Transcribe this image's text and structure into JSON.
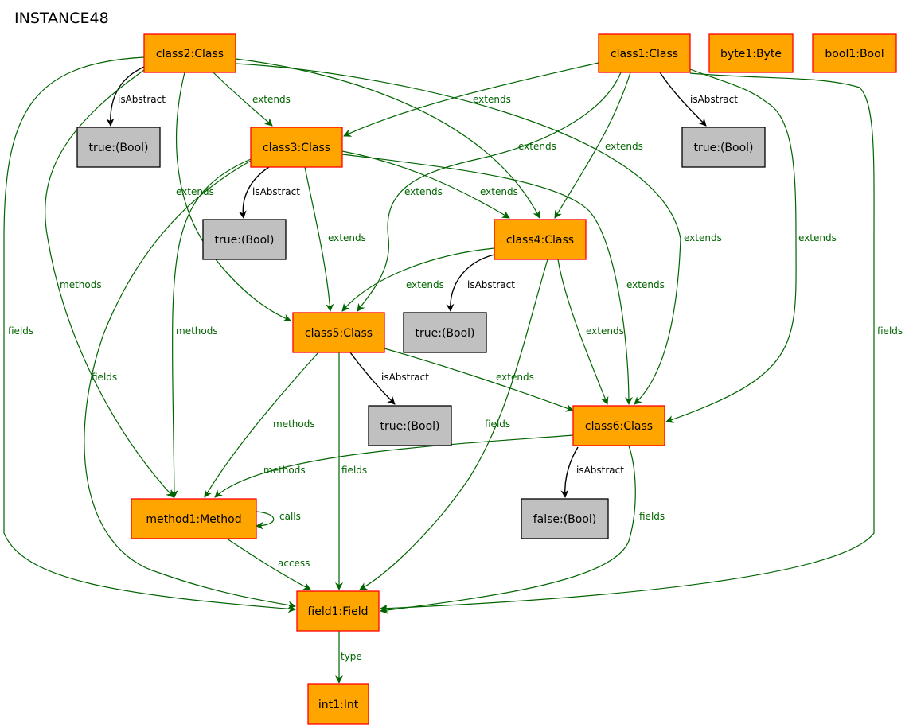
{
  "title": "INSTANCE48",
  "colors": {
    "object_fill": "#ffa500",
    "object_border": "#ff0000",
    "value_fill": "#c0c0c0",
    "value_border": "#000000",
    "ref_edge": "#006400",
    "attr_edge": "#000000"
  },
  "nodes": [
    {
      "id": "class2",
      "label": "class2:Class",
      "kind": "object"
    },
    {
      "id": "class1",
      "label": "class1:Class",
      "kind": "object"
    },
    {
      "id": "byte1",
      "label": "byte1:Byte",
      "kind": "object"
    },
    {
      "id": "bool1",
      "label": "bool1:Bool",
      "kind": "object"
    },
    {
      "id": "true_c2",
      "label": "true:(Bool)",
      "kind": "value"
    },
    {
      "id": "class3",
      "label": "class3:Class",
      "kind": "object"
    },
    {
      "id": "true_c1",
      "label": "true:(Bool)",
      "kind": "value"
    },
    {
      "id": "true_c3",
      "label": "true:(Bool)",
      "kind": "value"
    },
    {
      "id": "class4",
      "label": "class4:Class",
      "kind": "object"
    },
    {
      "id": "class5",
      "label": "class5:Class",
      "kind": "object"
    },
    {
      "id": "true_c4",
      "label": "true:(Bool)",
      "kind": "value"
    },
    {
      "id": "true_c5",
      "label": "true:(Bool)",
      "kind": "value"
    },
    {
      "id": "class6",
      "label": "class6:Class",
      "kind": "object"
    },
    {
      "id": "method1",
      "label": "method1:Method",
      "kind": "object"
    },
    {
      "id": "false_c6",
      "label": "false:(Bool)",
      "kind": "value"
    },
    {
      "id": "field1",
      "label": "field1:Field",
      "kind": "object"
    },
    {
      "id": "int1",
      "label": "int1:Int",
      "kind": "object"
    }
  ],
  "edges": [
    {
      "from": "class2",
      "to": "true_c2",
      "label": "isAbstract"
    },
    {
      "from": "class2",
      "to": "class3",
      "label": "extends"
    },
    {
      "from": "class2",
      "to": "class5",
      "label": "extends"
    },
    {
      "from": "class2",
      "to": "class4",
      "label": "extends"
    },
    {
      "from": "class2",
      "to": "class6",
      "label": "extends"
    },
    {
      "from": "class2",
      "to": "method1",
      "label": "methods"
    },
    {
      "from": "class2",
      "to": "field1",
      "label": "fields"
    },
    {
      "from": "class1",
      "to": "class3",
      "label": "extends"
    },
    {
      "from": "class1",
      "to": "true_c1",
      "label": "isAbstract"
    },
    {
      "from": "class1",
      "to": "class5",
      "label": "extends"
    },
    {
      "from": "class1",
      "to": "class4",
      "label": "extends"
    },
    {
      "from": "class1",
      "to": "class6",
      "label": "extends"
    },
    {
      "from": "class1",
      "to": "field1",
      "label": "fields"
    },
    {
      "from": "class3",
      "to": "true_c3",
      "label": "isAbstract"
    },
    {
      "from": "class3",
      "to": "class5",
      "label": "extends"
    },
    {
      "from": "class3",
      "to": "class4",
      "label": "extends"
    },
    {
      "from": "class3",
      "to": "class6",
      "label": "extends"
    },
    {
      "from": "class3",
      "to": "method1",
      "label": "methods"
    },
    {
      "from": "class3",
      "to": "field1",
      "label": "fields"
    },
    {
      "from": "class4",
      "to": "class5",
      "label": "extends"
    },
    {
      "from": "class4",
      "to": "true_c4",
      "label": "isAbstract"
    },
    {
      "from": "class4",
      "to": "class6",
      "label": "extends"
    },
    {
      "from": "class4",
      "to": "field1",
      "label": "fields"
    },
    {
      "from": "class5",
      "to": "true_c5",
      "label": "isAbstract"
    },
    {
      "from": "class5",
      "to": "class6",
      "label": "extends"
    },
    {
      "from": "class5",
      "to": "method1",
      "label": "methods"
    },
    {
      "from": "class5",
      "to": "field1",
      "label": "fields"
    },
    {
      "from": "class6",
      "to": "false_c6",
      "label": "isAbstract"
    },
    {
      "from": "class6",
      "to": "method1",
      "label": "methods"
    },
    {
      "from": "class6",
      "to": "field1",
      "label": "fields"
    },
    {
      "from": "method1",
      "to": "method1",
      "label": "calls"
    },
    {
      "from": "method1",
      "to": "field1",
      "label": "access"
    },
    {
      "from": "field1",
      "to": "int1",
      "label": "type"
    }
  ]
}
